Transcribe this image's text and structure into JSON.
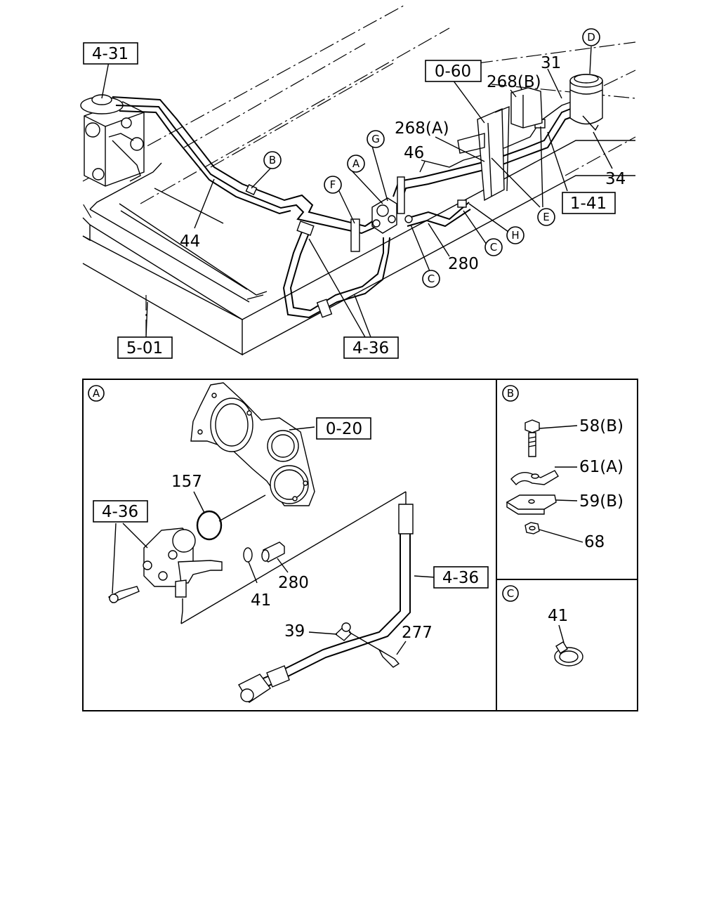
{
  "refs": {
    "r431": "4-31",
    "r060": "0-60",
    "r141": "1-41",
    "r501": "5-01",
    "r436_main": "4-36",
    "r020": "0-20",
    "r436_a1": "4-36",
    "r436_a2": "4-36"
  },
  "parts": {
    "p31": "31",
    "p268b": "268(B)",
    "p268a": "268(A)",
    "p46": "46",
    "p34": "34",
    "p44": "44",
    "p280": "280",
    "p157": "157",
    "p280_a": "280",
    "p41_a": "41",
    "p39": "39",
    "p277": "277",
    "p58b": "58(B)",
    "p61a": "61(A)",
    "p59b": "59(B)",
    "p68": "68",
    "p41_c": "41"
  },
  "callouts": {
    "D": "D",
    "B": "B",
    "G": "G",
    "A": "A",
    "F": "F",
    "E": "E",
    "H": "H",
    "C1": "C",
    "C2": "C"
  },
  "panels": {
    "A": "A",
    "B": "B",
    "C": "C"
  }
}
